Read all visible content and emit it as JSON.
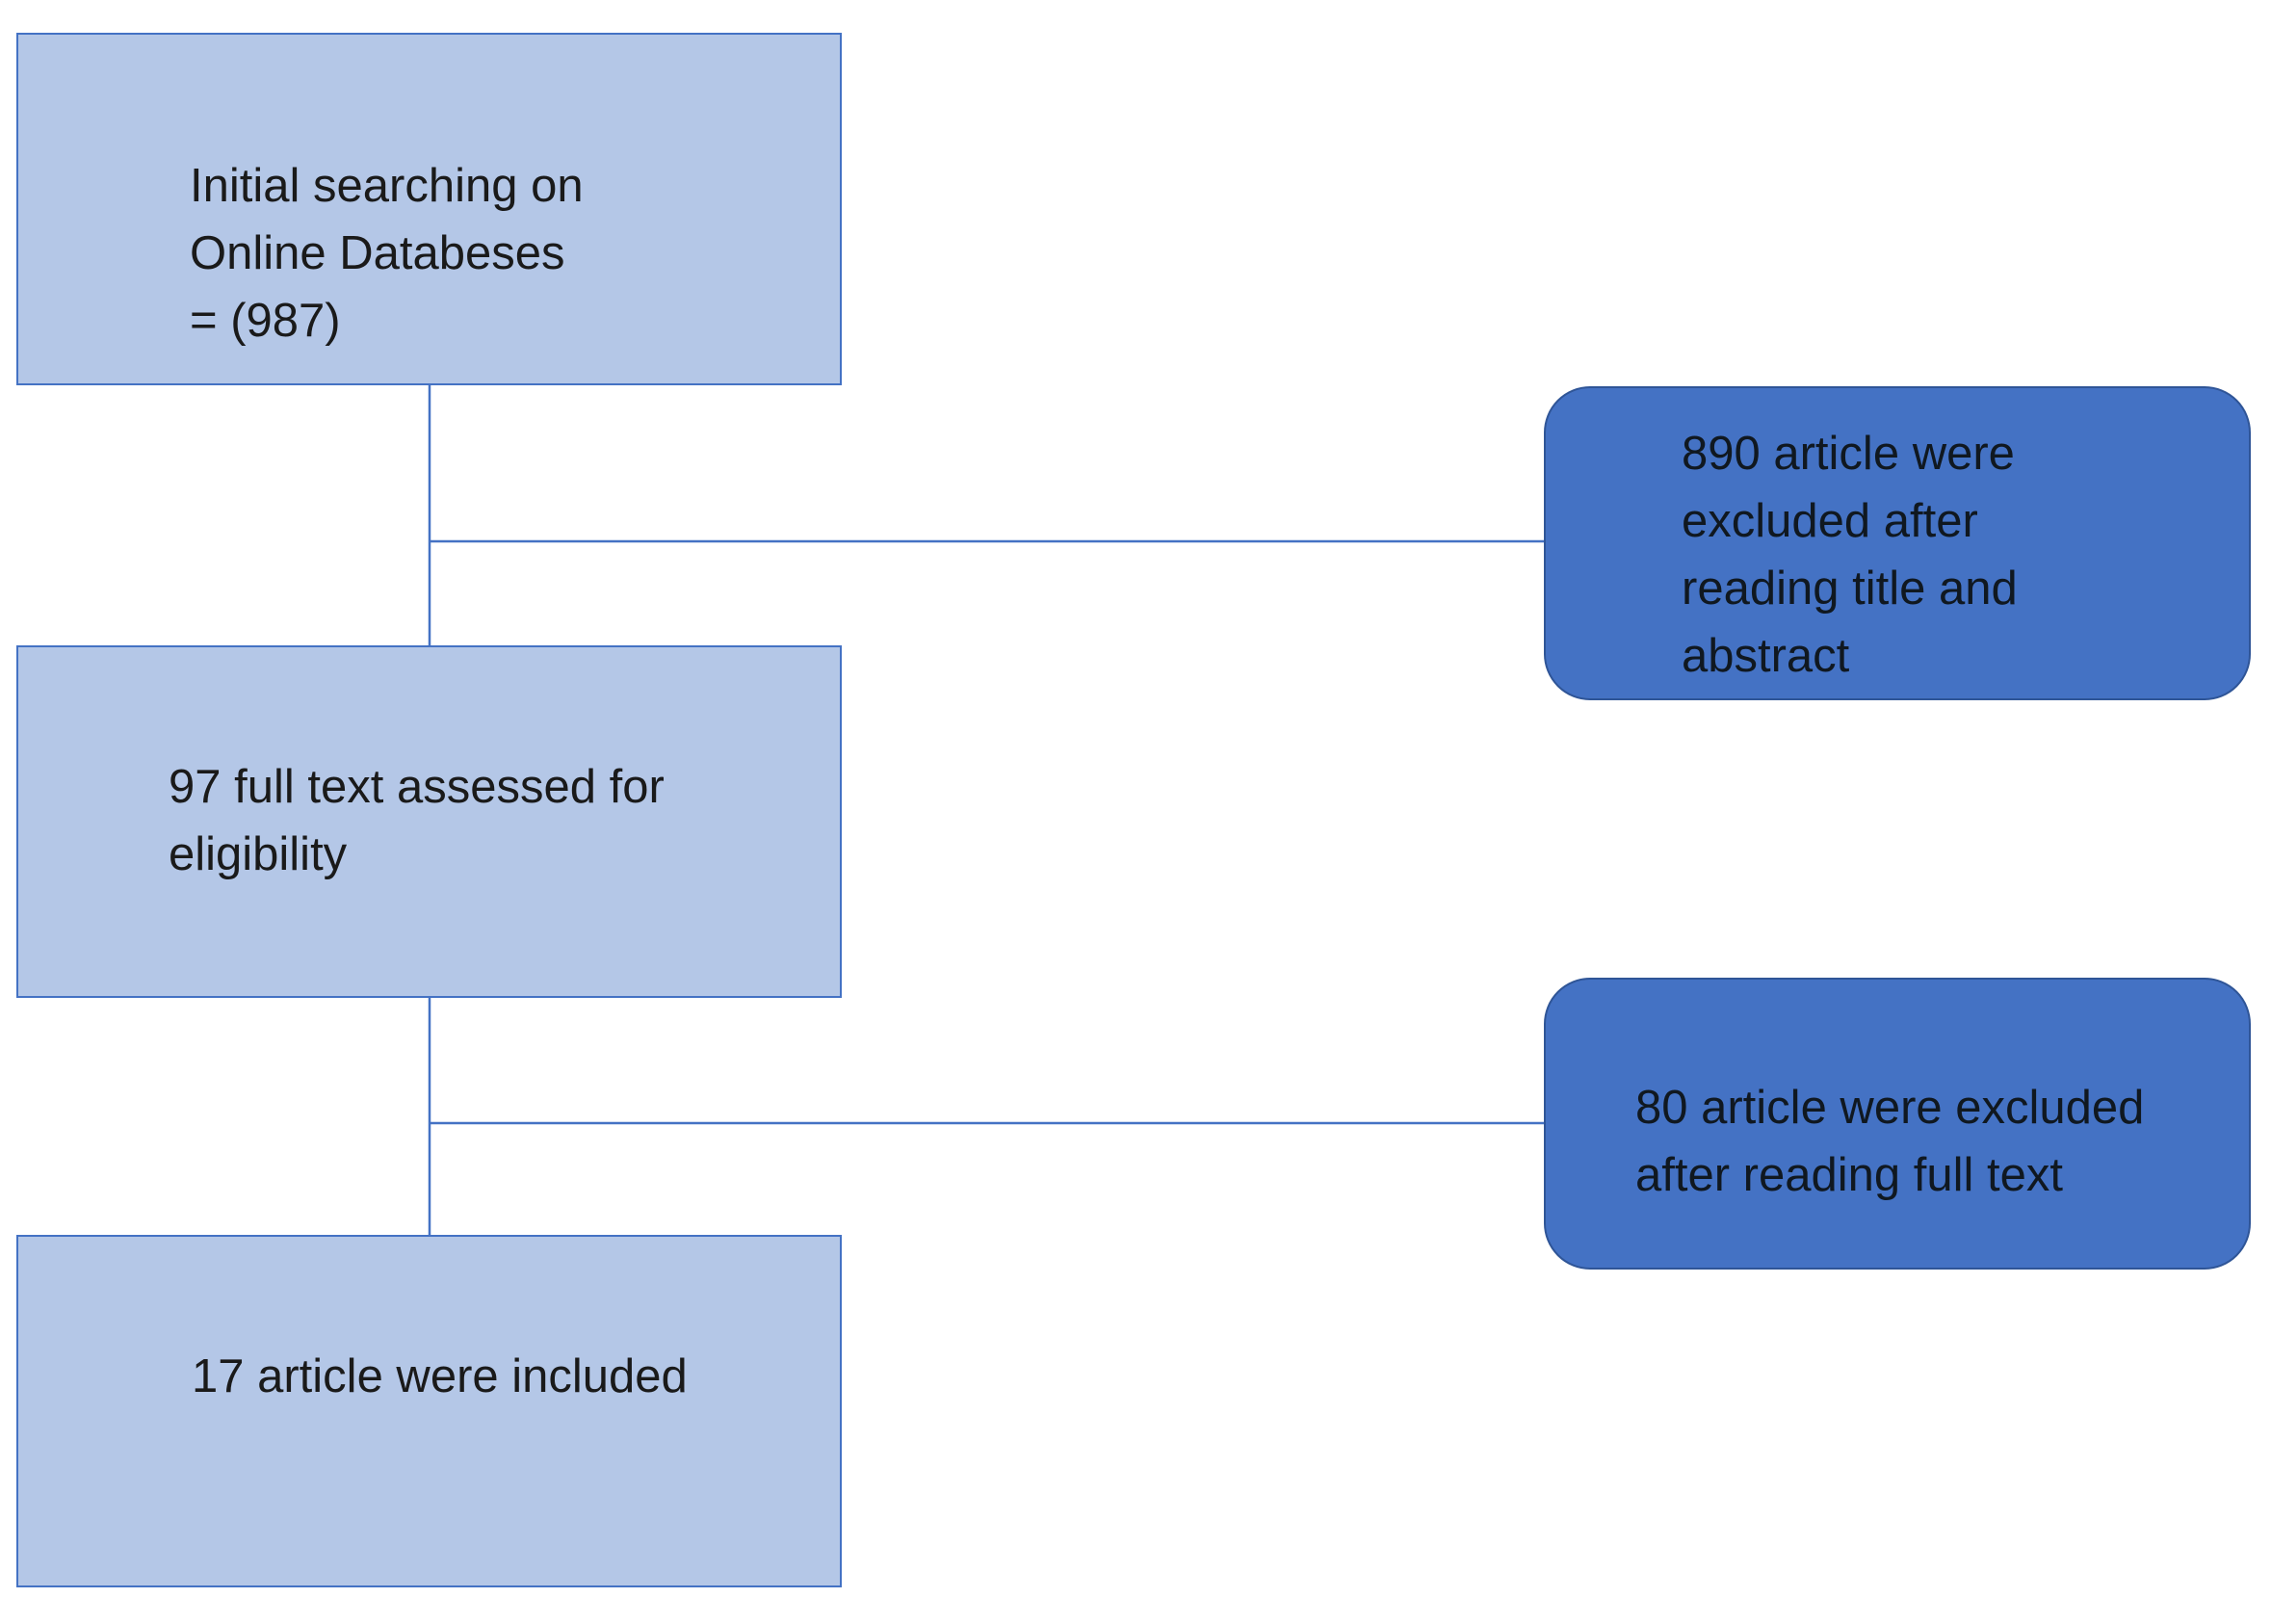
{
  "diagram": {
    "stages": [
      {
        "id": "search",
        "text": "Initial searching  on\nOnline Databeses\n= (987)"
      },
      {
        "id": "fulltext",
        "text": "97 full text assessed for\neligibility"
      },
      {
        "id": "included",
        "text": "17 article were included"
      }
    ],
    "exclusions": [
      {
        "id": "excluded-title-abstract",
        "text": "890 article were\nexcluded after\nreading title and\nabstract"
      },
      {
        "id": "excluded-full-text",
        "text": "80 article were excluded\nafter reading full text"
      }
    ],
    "colors": {
      "stage_fill": "#b4c7e7",
      "stage_border": "#4472c4",
      "exclusion_fill": "#4472c4",
      "connector": "#4472c4"
    }
  }
}
